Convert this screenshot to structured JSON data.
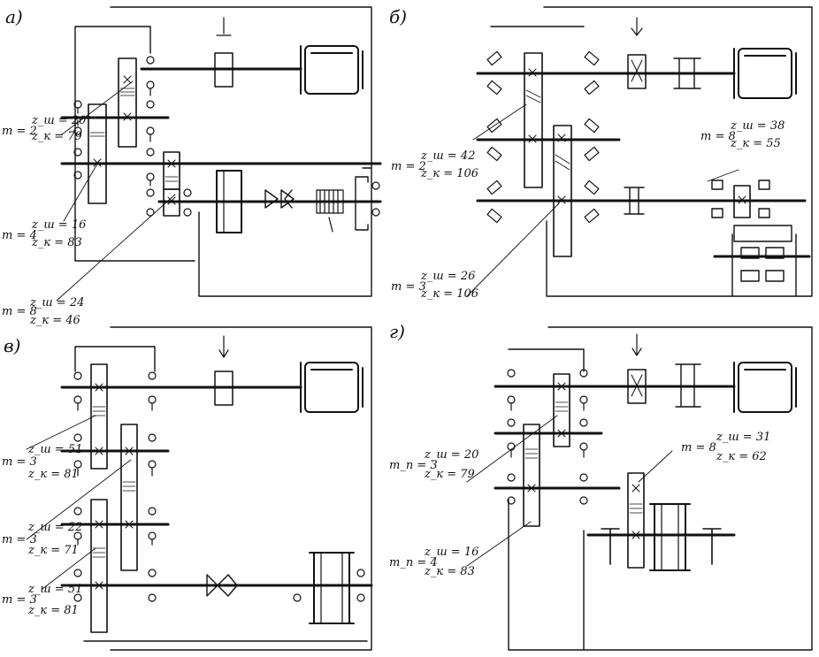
{
  "panels": {
    "a": {
      "letter": "а)",
      "labels": {
        "l1_m": "m = 2",
        "l1_top": "z_ш = 20",
        "l1_bot": "z_к = 79",
        "l2_m": "m = 4",
        "l2_top": "z_ш = 16",
        "l2_bot": "z_к = 83",
        "l3_m": "m = 8",
        "l3_top": "z_ш = 24",
        "l3_bot": "z_к = 46"
      }
    },
    "b": {
      "letter": "б)",
      "labels": {
        "l1_m": "m = 2",
        "l1_top": "z_ш = 42",
        "l1_bot": "z_к = 106",
        "l2_m": "m = 3",
        "l2_top": "z_ш = 26",
        "l2_bot": "z_к = 106",
        "l3_m": "m = 8",
        "l3_top": "z_ш = 38",
        "l3_bot": "z_к = 55"
      }
    },
    "c": {
      "letter": "в)",
      "labels": {
        "l1_m": "m = 3",
        "l1_top": "z_ш = 51",
        "l1_bot": "z_к = 81",
        "l2_m": "m = 3",
        "l2_top": "z_ш = 22",
        "l2_bot": "z_к = 71",
        "l3_m": "m = 3",
        "l3_top": "z_ш = 51",
        "l3_bot": "z_к = 81"
      }
    },
    "d": {
      "letter": "г)",
      "labels": {
        "l1_m": "m_п = 3",
        "l1_top": "z_ш = 20",
        "l1_bot": "z_к = 79",
        "l2_m": "m_п = 4",
        "l2_top": "z_ш = 16",
        "l2_bot": "z_к = 83",
        "l3_m": "m = 8",
        "l3_top": "z_ш = 31",
        "l3_bot": "z_к = 62"
      }
    }
  }
}
